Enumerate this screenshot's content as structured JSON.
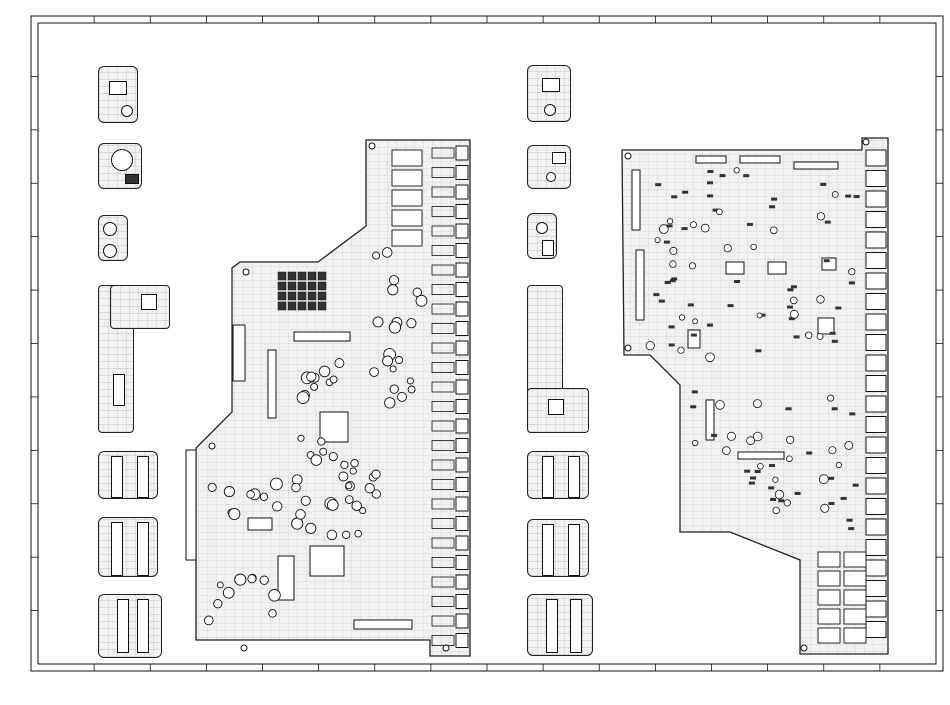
{
  "drawing": {
    "frame_columns": 16,
    "frame_rows": 12
  },
  "boards": [
    {
      "id": "left-small-1"
    },
    {
      "id": "left-small-2"
    },
    {
      "id": "left-small-3"
    },
    {
      "id": "left-l-board"
    },
    {
      "id": "left-conn-1"
    },
    {
      "id": "left-conn-2"
    },
    {
      "id": "left-conn-3"
    },
    {
      "id": "center-main"
    },
    {
      "id": "mid-small-1"
    },
    {
      "id": "mid-small-2"
    },
    {
      "id": "mid-small-3"
    },
    {
      "id": "mid-l-board"
    },
    {
      "id": "mid-conn-1"
    },
    {
      "id": "mid-conn-2"
    },
    {
      "id": "mid-conn-3"
    },
    {
      "id": "right-main"
    }
  ]
}
